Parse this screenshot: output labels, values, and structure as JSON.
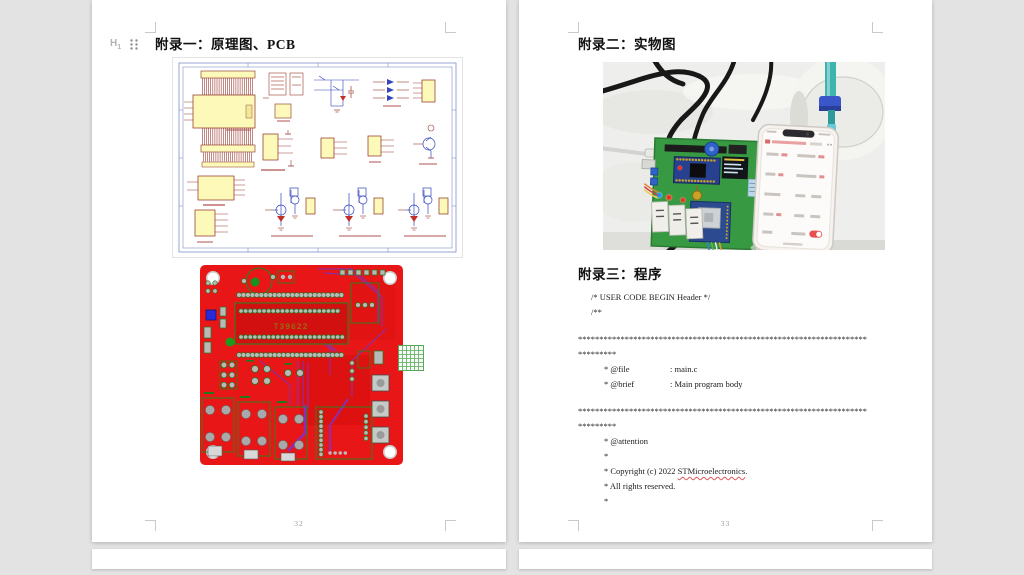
{
  "document": {
    "background_color": "#e3e3e3",
    "page_color": "#ffffff"
  },
  "left_page": {
    "anchor_label": "H₁",
    "heading": "附录一：原理图、PCB",
    "page_number": "32",
    "pcb_silkscreen_text": "T39622",
    "colors": {
      "pcb_board_red": "#e81616",
      "pcb_silk_green": "#1f8a1f",
      "pcb_trace_purple": "#8b2fb0",
      "schematic_component_yellow": "#fdf9b9",
      "schematic_frame_blue": "#8090c8"
    }
  },
  "right_page": {
    "heading_appendix2": "附录二：实物图",
    "heading_appendix3": "附录三：程序",
    "page_number": "33",
    "code_lines": [
      {
        "style": "ind1",
        "text": "/* USER CODE BEGIN Header */"
      },
      {
        "style": "ind1",
        "text": "/**"
      },
      {
        "style": "sp",
        "text": ""
      },
      {
        "style": "stars",
        "text": "********************************************************************"
      },
      {
        "style": "stars",
        "text": "*********"
      },
      {
        "style": "kv",
        "key": "* @file",
        "value": ": main.c"
      },
      {
        "style": "kv",
        "key": "* @brief",
        "value": ": Main program body"
      },
      {
        "style": "sp",
        "text": ""
      },
      {
        "style": "stars",
        "text": "********************************************************************"
      },
      {
        "style": "stars",
        "text": "*********"
      },
      {
        "style": "ind2",
        "text": "* @attention"
      },
      {
        "style": "ind2",
        "text": "*"
      },
      {
        "style": "copyright",
        "prefix": "* Copyright (c) 2022 ",
        "link": "STMicroelectronics",
        "suffix": "."
      },
      {
        "style": "ind2",
        "text": "* All rights reserved."
      },
      {
        "style": "ind2",
        "text": "*"
      }
    ]
  }
}
